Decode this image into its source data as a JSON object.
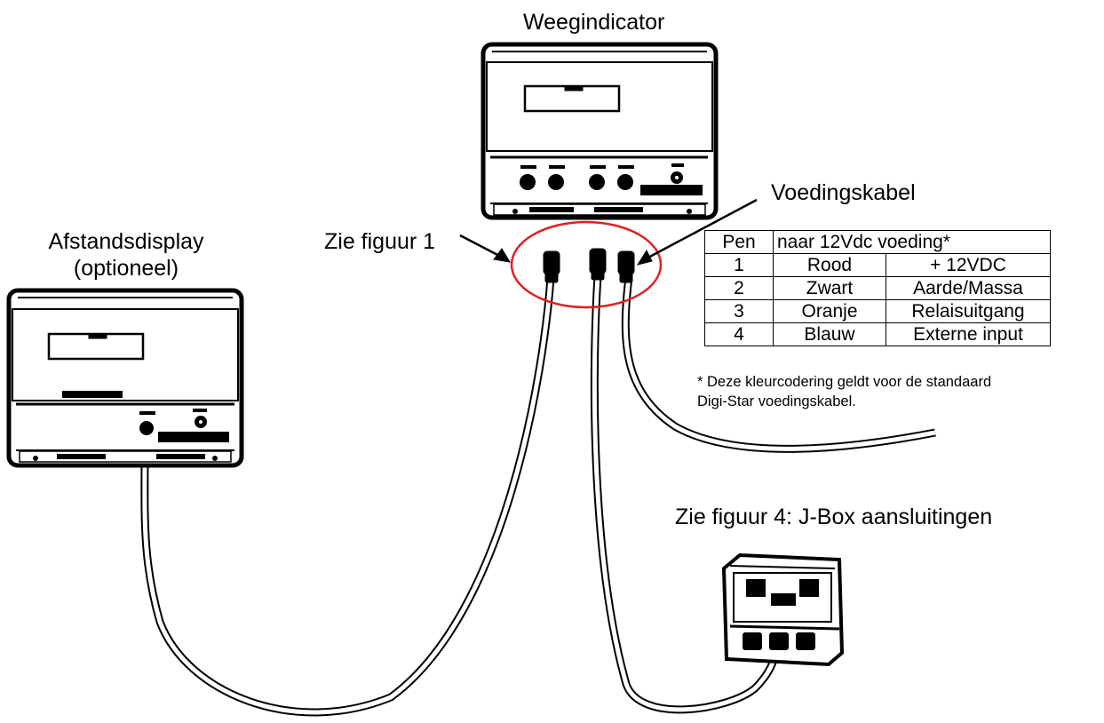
{
  "labels": {
    "indicator": "Weegindicator",
    "remote_line1": "Afstandsdisplay",
    "remote_line2": "(optioneel)",
    "see_fig1": "Zie figuur 1",
    "power_cable": "Voedingskabel",
    "see_fig4": "Zie figuur 4: J-Box aansluitingen"
  },
  "table": {
    "pin_header": "Pen",
    "cable_header": "naar 12Vdc voeding*",
    "rows": [
      {
        "pin": "1",
        "color": "Rood",
        "function": "+ 12VDC"
      },
      {
        "pin": "2",
        "color": "Zwart",
        "function": "Aarde/Massa"
      },
      {
        "pin": "3",
        "color": "Oranje",
        "function": "Relaisuitgang"
      },
      {
        "pin": "4",
        "color": "Blauw",
        "function": "Externe input"
      }
    ]
  },
  "note": {
    "line1": "* Deze kleurcodering geldt voor de standaard",
    "line2": "Digi-Star voedingskabel."
  },
  "colors": {
    "line": "#000000",
    "highlight_circle": "#e02020",
    "background": "#ffffff"
  },
  "icons": [
    "weigh-indicator-device",
    "remote-display-device",
    "junction-box-device",
    "cable-connector"
  ]
}
